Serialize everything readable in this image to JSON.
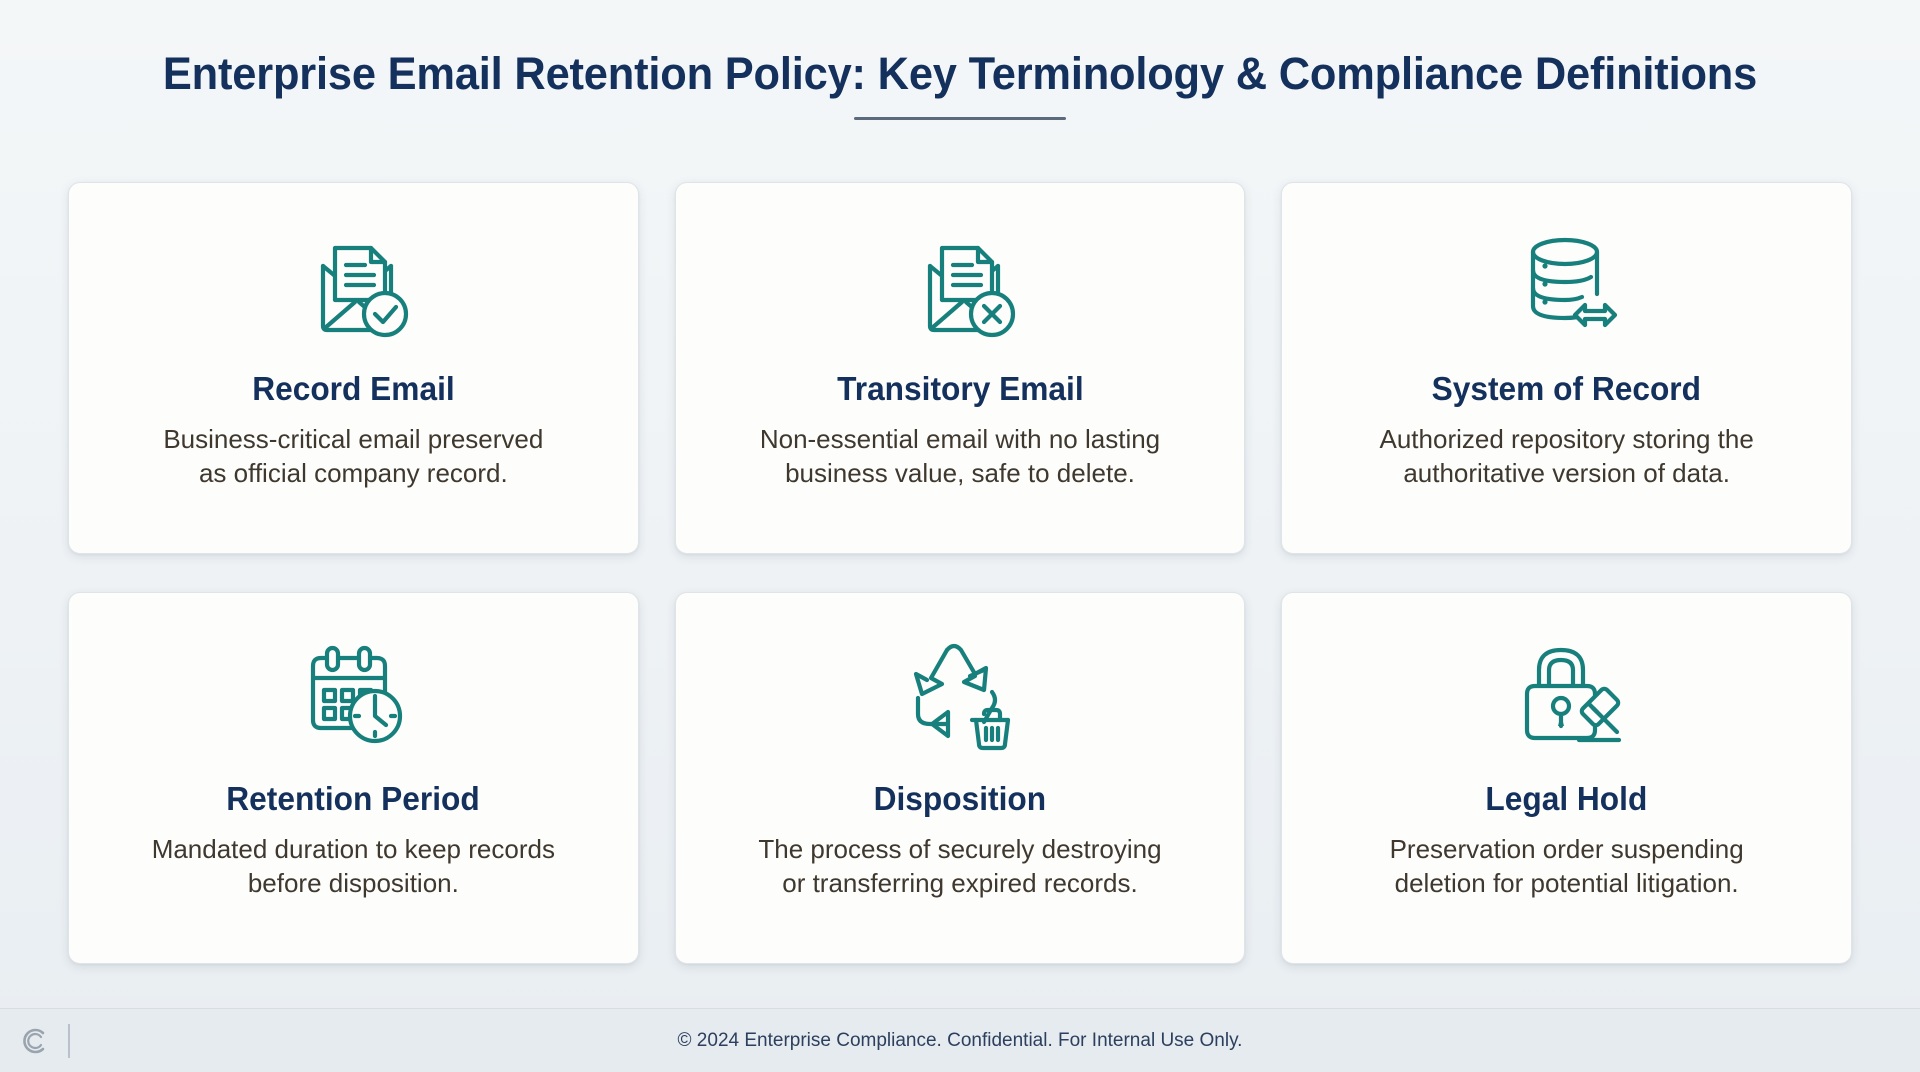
{
  "header": {
    "title": "Enterprise Email Retention Policy: Key Terminology & Compliance Definitions",
    "accent_color": "#14305c",
    "rule_color": "#5b6b7d"
  },
  "theme": {
    "background": "#eef2f5",
    "card_background": "#fdfdfb",
    "card_border": "#dfe4e8",
    "icon_color": "#17807d",
    "title_color": "#14305c",
    "body_color": "#3f382f"
  },
  "cards": [
    {
      "icon": "email-document-check-icon",
      "title": "Record Email",
      "description": "Business-critical email preserved as official company record."
    },
    {
      "icon": "email-document-x-icon",
      "title": "Transitory Email",
      "description": "Non-essential email with no lasting business value, safe to delete."
    },
    {
      "icon": "database-transfer-icon",
      "title": "System of Record",
      "description": "Authorized repository storing the authoritative version of data."
    },
    {
      "icon": "calendar-clock-icon",
      "title": "Retention Period",
      "description": "Mandated duration to keep records before disposition."
    },
    {
      "icon": "recycle-trash-icon",
      "title": "Disposition",
      "description": "The process of securely destroying or transferring expired records."
    },
    {
      "icon": "lock-gavel-icon",
      "title": "Legal Hold",
      "description": "Preservation order suspending deletion for potential litigation."
    }
  ],
  "footer": {
    "text": "© 2024 Enterprise Compliance. Confidential. For Internal Use Only.",
    "logo": "c-monogram-logo"
  }
}
